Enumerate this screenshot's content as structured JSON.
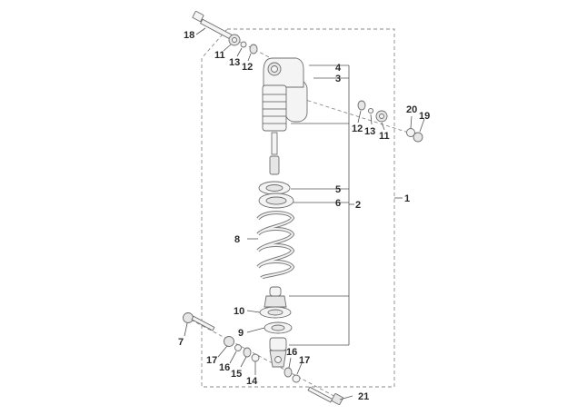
{
  "callouts": {
    "c1": "1",
    "c2": "2",
    "c3": "3",
    "c4": "4",
    "c5": "5",
    "c6": "6",
    "c7": "7",
    "c8": "8",
    "c9": "9",
    "c10": "10",
    "c11a": "11",
    "c11b": "11",
    "c12a": "12",
    "c12b": "12",
    "c13a": "13",
    "c13b": "13",
    "c14": "14",
    "c15": "15",
    "c16a": "16",
    "c16b": "16",
    "c17a": "17",
    "c17b": "17",
    "c18": "18",
    "c19": "19",
    "c20": "20",
    "c21": "21"
  }
}
